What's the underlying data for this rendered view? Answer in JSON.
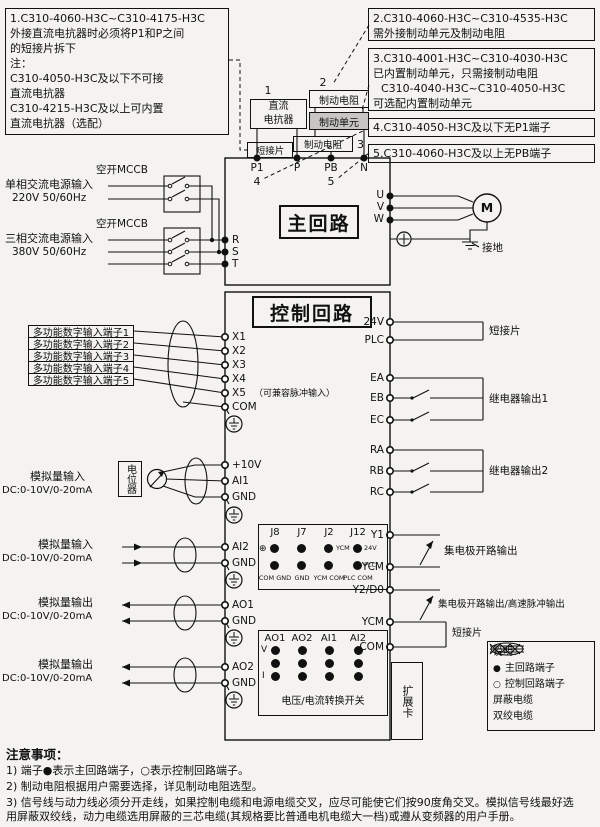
{
  "notes": {
    "n1": {
      "l1": "1.C310-4060-H3C~C310-4175-H3C",
      "l2": "外接直流电抗器时必须将P1和P之间",
      "l3": "的短接片拆下",
      "l4": "注：",
      "l5": "C310-4050-H3C及以下不可接",
      "l6": "直流电抗器",
      "l7": "C310-4215-H3C及以上可内置",
      "l8": "直流电抗器（选配）"
    },
    "n2": {
      "l1": "2.C310-4060-H3C~C310-4535-H3C",
      "l2": "需外接制动单元及制动电阻"
    },
    "n3": {
      "l1": "3.C310-4001-H3C~C310-4030-H3C",
      "l2": "已内置制动单元，只需接制动电阻",
      "l3": "C310-4040-H3C~C310-4050-H3C",
      "l4": "可选配内置制动单元"
    },
    "n4": "4.C310-4050-H3C及以下无P1端子",
    "n5": "5.C310-4060-H3C及以上无PB端子"
  },
  "markers": {
    "m1": "1",
    "m2": "2",
    "m3": "3",
    "m4": "4",
    "m5": "5"
  },
  "components": {
    "dcReactor1": "直流",
    "dcReactor2": "电抗器",
    "brakeResistor1": "制动电阻",
    "brakeUnit": "制动单元",
    "shortBar": "短接片",
    "brakeResistor2": "制动电阻"
  },
  "power": {
    "mccb1": "空开MCCB",
    "mccb2": "空开MCCB",
    "singlePhase1": "单相交流电源输入",
    "singlePhase2": "220V 50/60Hz",
    "threePhase1": "三相交流电源输入",
    "threePhase2": "380V 50/60Hz"
  },
  "main": {
    "title": "主回路",
    "p1": "P1",
    "p": "P",
    "pb": "PB",
    "n": "N",
    "r": "R",
    "s": "S",
    "t": "T",
    "u": "U",
    "v": "V",
    "w": "W",
    "motor": "M",
    "ground": "接地"
  },
  "control": {
    "title": "控制回路",
    "digitalInputs": [
      "多功能数字输入端子1",
      "多功能数字输入端子2",
      "多功能数字输入端子3",
      "多功能数字输入端子4",
      "多功能数字输入端子5"
    ],
    "x1": "X1",
    "x2": "X2",
    "x3": "X3",
    "x4": "X4",
    "x5": "X5",
    "x5Note": "（可兼容脉冲输入）",
    "com": "COM",
    "p10": "+10V",
    "ai1": "AI1",
    "gnd": "GND",
    "ai2": "AI2",
    "ao1": "AO1",
    "ao2": "AO2",
    "pot": "电位器",
    "analogIn": "模拟量输入",
    "analogOut": "模拟量输出",
    "dcRange": "DC:0-10V/0-20mA",
    "v24": "24V",
    "plc": "PLC",
    "shortBar1": "短接片",
    "ea": "EA",
    "eb": "EB",
    "ec": "EC",
    "relayOut1": "继电器输出1",
    "ra": "RA",
    "rb": "RB",
    "rc": "RC",
    "relayOut2": "继电器输出2",
    "y1": "Y1",
    "ycm1": "YCM",
    "openCollector1": "集电极开路输出",
    "y2": "Y2/D0",
    "ycm2": "YCM",
    "openCollector2": "集电极开路输出/高速脉冲输出",
    "shortBar2": "短接片",
    "com2": "COM",
    "expansion": "扩展卡"
  },
  "jumpers1": {
    "j8": "J8",
    "j7": "J7",
    "j2": "J2",
    "j12": "J12",
    "plus": "⊕",
    "j8b": "COM GND",
    "j7b": "GND",
    "j2b": "YCM COM",
    "j12b": "PLC COM"
  },
  "jumpers2": {
    "c1": "AO1",
    "c2": "AO2",
    "c3": "AI1",
    "c4": "AI2",
    "v": "V",
    "i": "I",
    "caption": "电压/电流转换开关"
  },
  "legend": {
    "title": "说明：",
    "b1": "●",
    "t1": "主回路端子",
    "b2": "○",
    "t2": "控制回路端子",
    "t3": "屏蔽电缆",
    "t4": "双绞电缆"
  },
  "footer": {
    "title": "注意事项：",
    "line1": "1) 端子●表示主回路端子，○表示控制回路端子。",
    "line2": "2) 制动电阻根据用户需要选择，详见制动电阻选型。",
    "line3": "3) 信号线与动力线必须分开走线，如果控制电缆和电源电缆交叉，应尽可能使它们按90度角交叉。模拟信号线最好选",
    "line4": "用屏蔽双绞线，动力电缆选用屏蔽的三芯电缆(其规格要比普通电机电缆大一档)或遵从变频器的用户手册。"
  }
}
